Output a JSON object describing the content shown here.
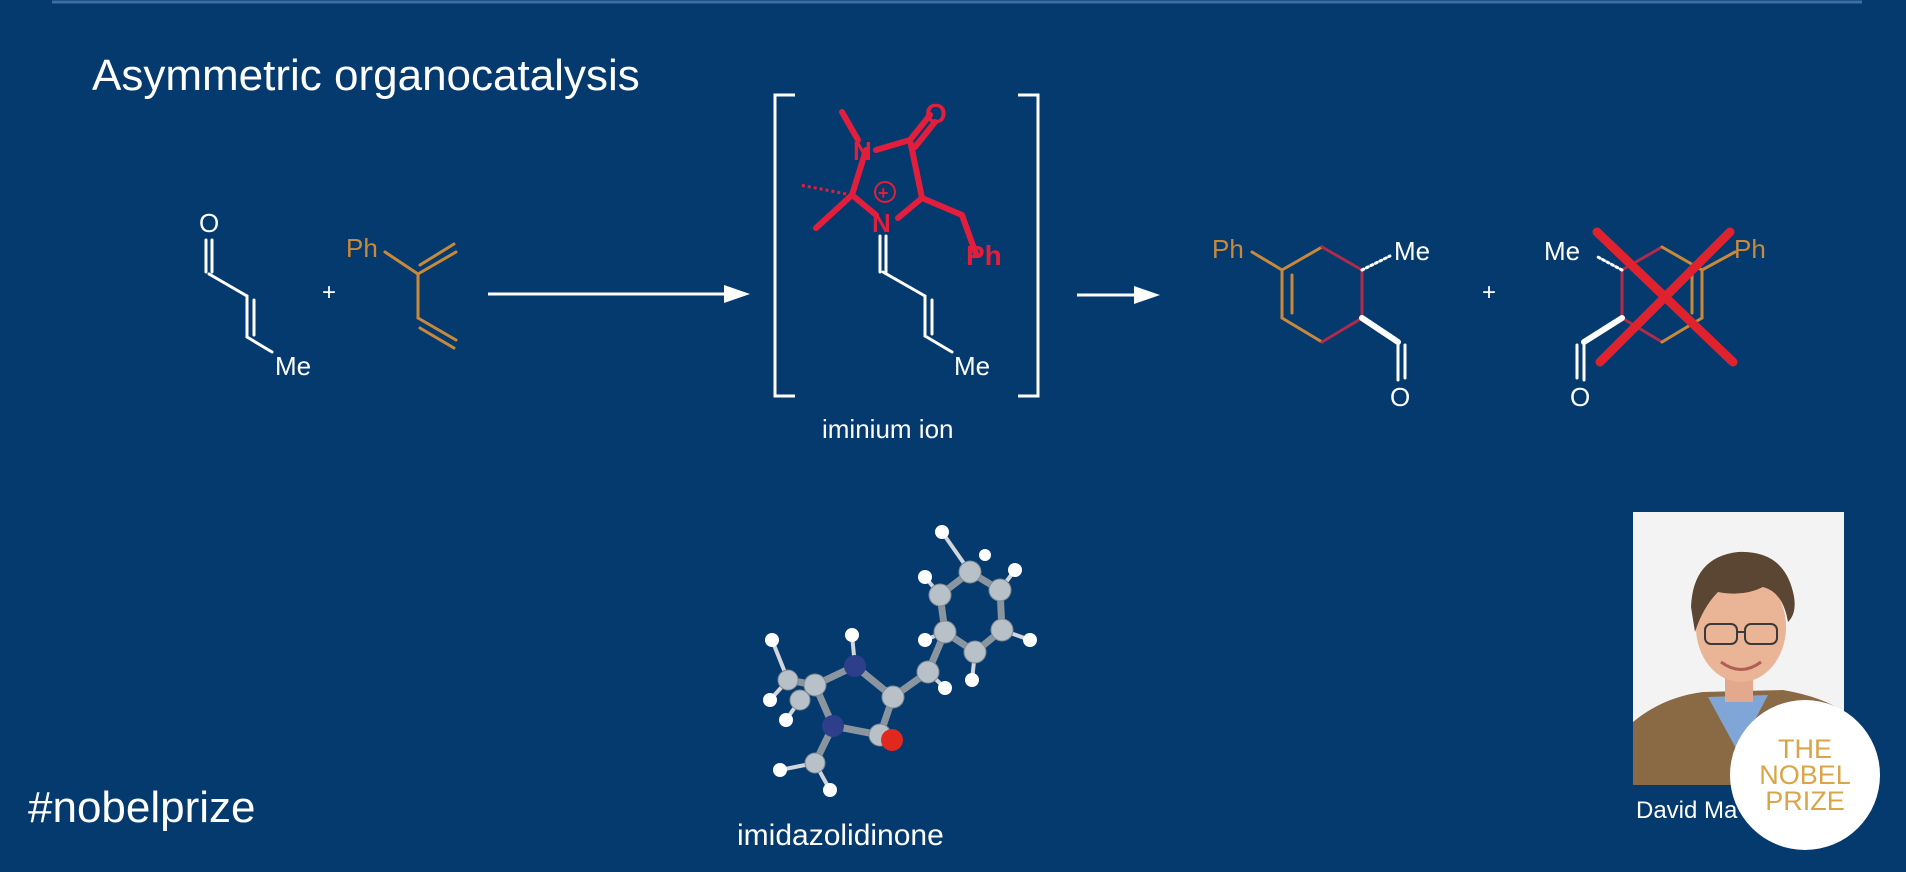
{
  "slide": {
    "title": "Asymmetric organocatalysis",
    "hashtag": "#nobelprize",
    "caption_iminium": "iminium ion",
    "caption_model": "imidazolidinone",
    "portrait_name": "David Ma"
  },
  "labels": {
    "O": "O",
    "N": "N",
    "Me": "Me",
    "Ph": "Ph",
    "plus": "+",
    "charge": "+"
  },
  "badge": {
    "line1": "THE",
    "line2": "NOBEL",
    "line3": "PRIZE"
  },
  "colors": {
    "background": "#053a6f",
    "bond_white": "#ffffff",
    "diene_orange": "#c9893a",
    "catalyst_red": "#e21e3c",
    "reject_red": "#e0222f",
    "atom_carbon": "#b8c0c8",
    "atom_nitrogen": "#2d3f8a",
    "atom_oxygen": "#e0281e",
    "atom_hydrogen": "#ffffff"
  },
  "icons": {
    "reaction_arrow": "long-right-arrow",
    "reject_mark": "red-x-cross"
  }
}
